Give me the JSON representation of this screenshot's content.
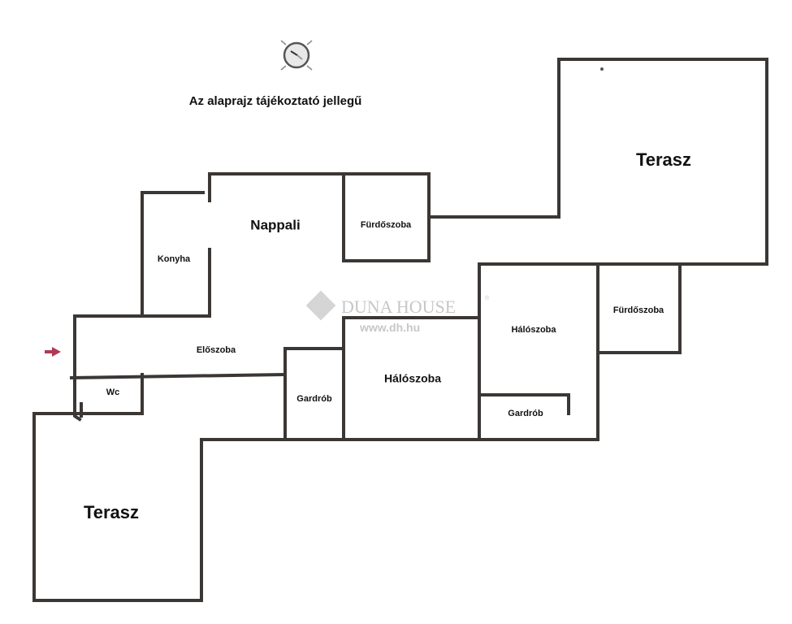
{
  "title": "Az alaprajz tájékoztató jellegű",
  "watermark": {
    "brand": "Duna House",
    "url": "www.dh.hu",
    "registered": "®",
    "color": "#b5b5b5"
  },
  "colors": {
    "walls": "#3b3735",
    "entrance_arrow": "#b03a55"
  },
  "icons": [
    "compass-icon",
    "entrance-arrow-icon",
    "duna-house-logo-icon"
  ],
  "rooms": {
    "terrace_top": "Terasz",
    "living_room": "Nappali",
    "bathroom_1": "Fürdőszoba",
    "kitchen": "Konyha",
    "hall": "Előszoba",
    "wc": "Wc",
    "wardrobe_1": "Gardrób",
    "bedroom_1": "Hálószoba",
    "bedroom_2": "Hálószoba",
    "bathroom_2": "Fürdőszoba",
    "wardrobe_2": "Gardrób",
    "terrace_bottom": "Terasz"
  }
}
